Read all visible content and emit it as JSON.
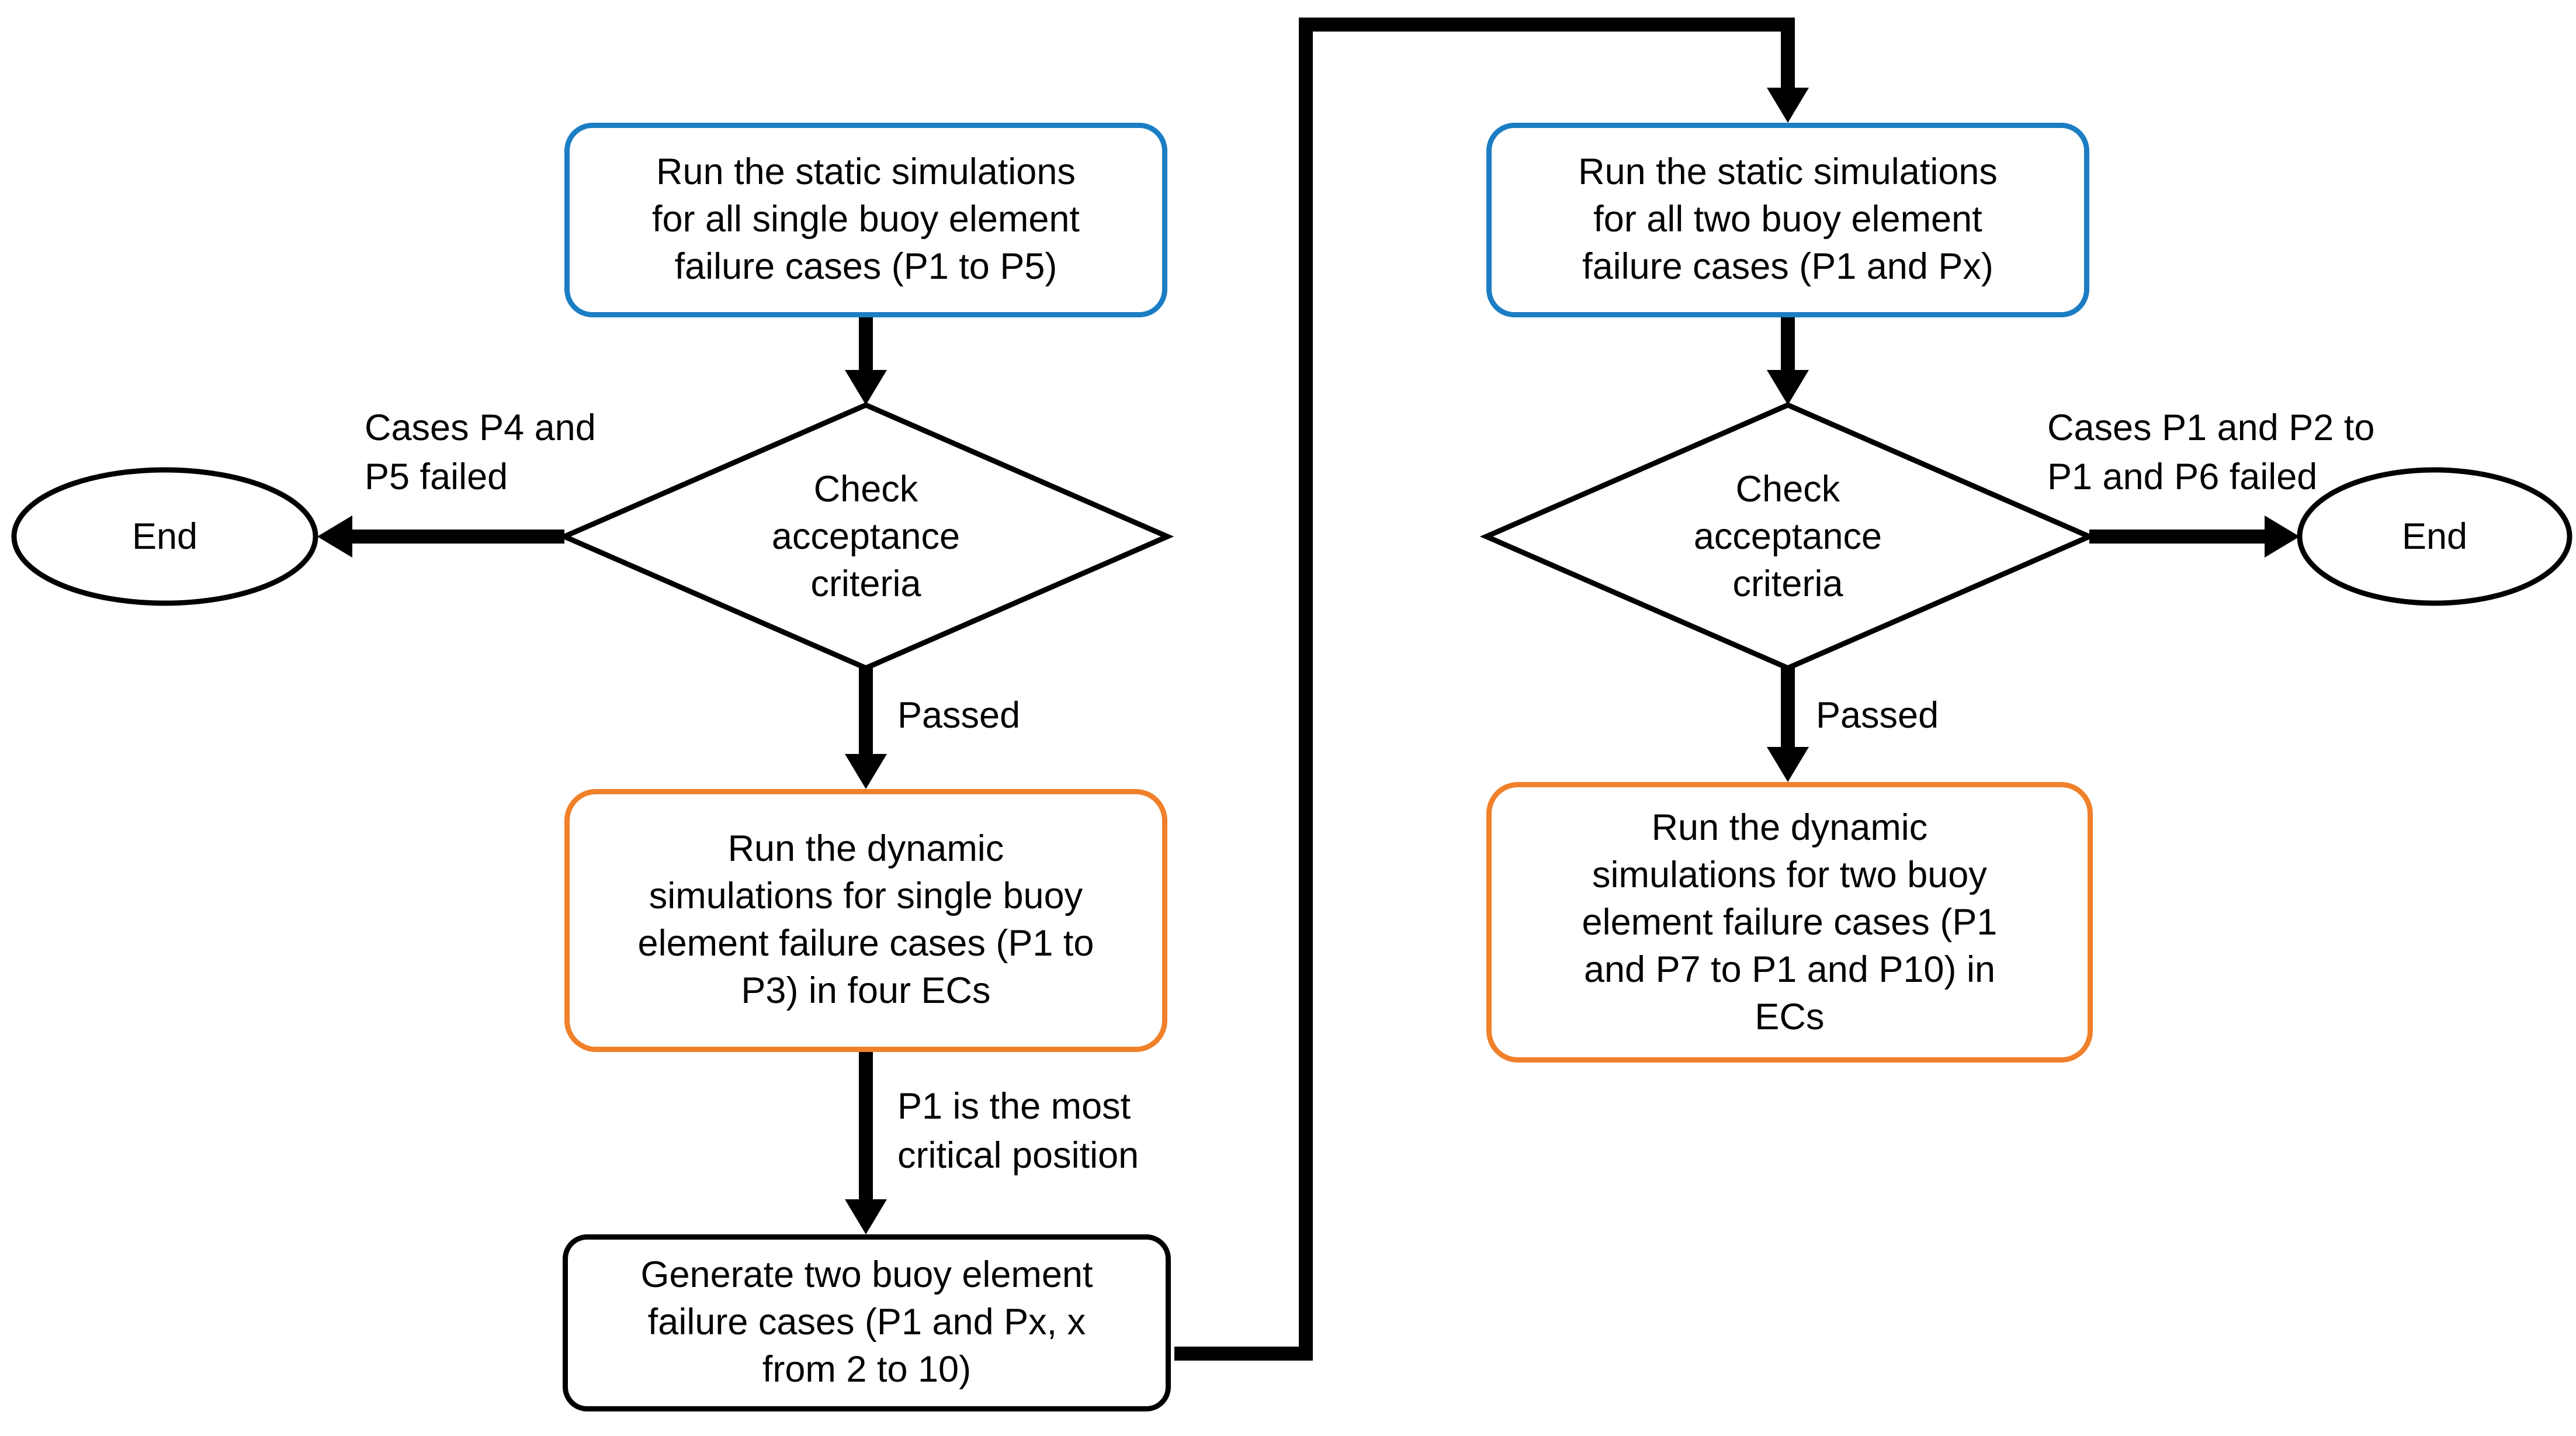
{
  "colors": {
    "blue": "#1b7ec4",
    "orange": "#f0802a",
    "line": "#000000",
    "text": "#000000"
  },
  "nodes": {
    "left_static": {
      "text": "Run the static simulations\nfor all single buoy element\nfailure cases (P1 to P5)"
    },
    "left_decision": {
      "text": "Check\nacceptance\ncriteria"
    },
    "left_end": {
      "text": "End"
    },
    "left_dynamic": {
      "text": "Run the dynamic\nsimulations for single buoy\nelement failure cases (P1 to\nP3) in four ECs"
    },
    "generate": {
      "text": "Generate two buoy element\nfailure cases (P1 and Px, x\nfrom 2 to 10)"
    },
    "right_static": {
      "text": "Run the static simulations\nfor all two buoy element\nfailure cases (P1 and Px)"
    },
    "right_decision": {
      "text": "Check\nacceptance\ncriteria"
    },
    "right_end": {
      "text": "End"
    },
    "right_dynamic": {
      "text": "Run the dynamic\nsimulations for two buoy\nelement failure cases (P1\nand P7 to P1 and P10) in\nECs"
    }
  },
  "labels": {
    "left_failed": "Cases P4 and\nP5 failed",
    "left_passed": "Passed",
    "critical_position": "P1 is the most\ncritical position",
    "right_failed": "Cases P1 and P2 to\nP1 and P6 failed",
    "right_passed": "Passed"
  }
}
